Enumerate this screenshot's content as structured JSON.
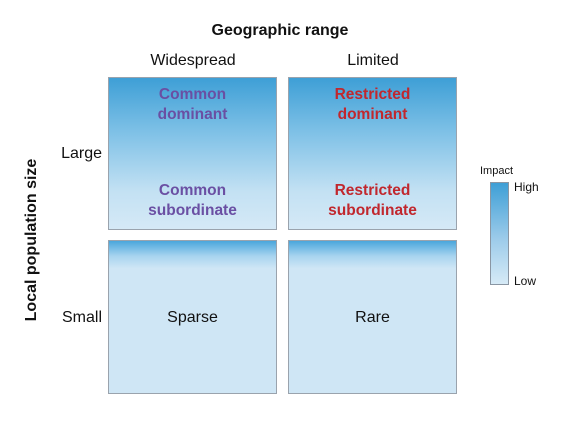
{
  "diagram": {
    "title": "Geographic range",
    "y_axis_label": "Local population size",
    "columns": [
      "Widespread",
      "Limited"
    ],
    "rows": [
      "Large",
      "Small"
    ],
    "cells": {
      "large_widespread": {
        "upper": [
          "Common",
          "dominant"
        ],
        "lower": [
          "Common",
          "subordinate"
        ]
      },
      "large_limited": {
        "upper": [
          "Restricted",
          "dominant"
        ],
        "lower": [
          "Restricted",
          "subordinate"
        ]
      },
      "small_widespread": "Sparse",
      "small_limited": "Rare"
    },
    "legend": {
      "title": "Impact",
      "high": "High",
      "low": "Low"
    },
    "colors": {
      "gradient_dark": "#3e9fd6",
      "gradient_light": "#d5e9f6",
      "widespread_text": "#6a4fa3",
      "limited_text": "#c1272d"
    }
  }
}
